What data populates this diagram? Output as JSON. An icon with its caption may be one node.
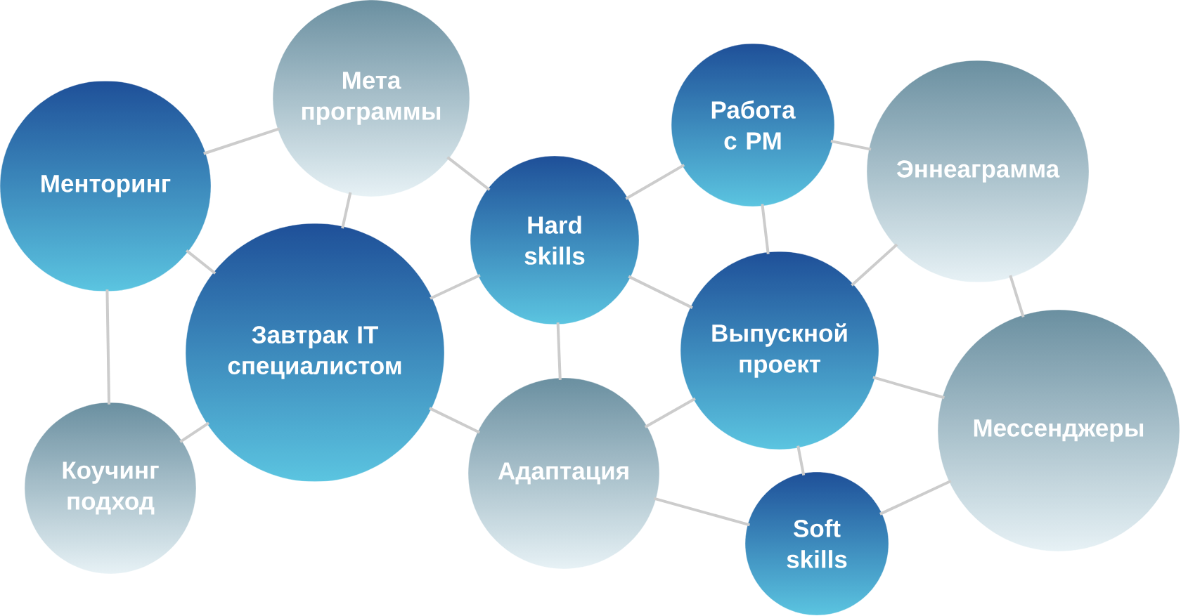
{
  "diagram": {
    "nodes": [
      {
        "text": [
          "Менторинг"
        ]
      },
      {
        "text": [
          "Мета программы"
        ]
      },
      {
        "text": [
          "Завтрак IT специалистом"
        ]
      },
      {
        "text": [
          "Коучинг подход"
        ]
      },
      {
        "text": [
          "Hard skills"
        ]
      },
      {
        "text": [
          "Работа с PM"
        ]
      },
      {
        "text": [
          "Эннеаграмма"
        ]
      },
      {
        "text": [
          "Выпускной проект"
        ]
      },
      {
        "text": [
          "Адаптация"
        ]
      },
      {
        "text": [
          "Мессенджеры"
        ]
      },
      {
        "text": [
          "Soft skills"
        ]
      }
    ],
    "edges": [
      {
        "from": 0,
        "to": 1,
        "arrow": "none"
      },
      {
        "from": 0,
        "to": 2,
        "arrow": "none"
      },
      {
        "from": 0,
        "to": 3,
        "arrow": "none"
      },
      {
        "from": 1,
        "to": 2,
        "arrow": "none"
      },
      {
        "from": 1,
        "to": 4,
        "arrow": "none"
      },
      {
        "from": 2,
        "to": 4,
        "arrow": "none"
      },
      {
        "from": 2,
        "to": 3,
        "arrow": "none"
      },
      {
        "from": 2,
        "to": 8,
        "arrow": "none"
      },
      {
        "from": 4,
        "to": 8,
        "arrow": "none"
      },
      {
        "from": 4,
        "to": 5,
        "arrow": "none"
      },
      {
        "from": 4,
        "to": 7,
        "arrow": "none"
      },
      {
        "from": 5,
        "to": 6,
        "arrow": "none"
      },
      {
        "from": 5,
        "to": 7,
        "arrow": "none"
      },
      {
        "from": 7,
        "to": 6,
        "arrow": "none"
      },
      {
        "from": 7,
        "to": 8,
        "arrow": "none"
      },
      {
        "from": 7,
        "to": 9,
        "arrow": "none"
      },
      {
        "from": 7,
        "to": 10,
        "arrow": "none"
      },
      {
        "from": 6,
        "to": 9,
        "arrow": "none"
      },
      {
        "from": 8,
        "to": 10,
        "arrow": "none"
      },
      {
        "from": 10,
        "to": 9,
        "arrow": "none"
      }
    ]
  }
}
